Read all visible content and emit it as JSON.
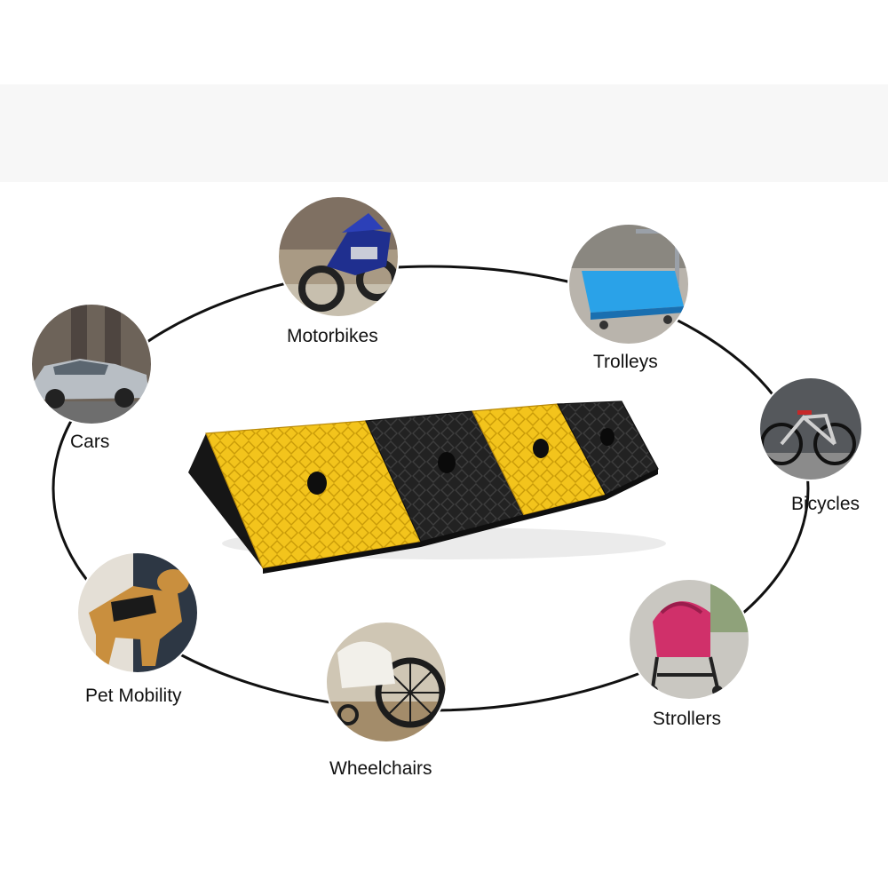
{
  "product": {
    "name": "curb-ramp",
    "colors": {
      "yellow": "#f5c518",
      "black": "#1c1c1c",
      "ring": "#111111"
    }
  },
  "uses": [
    {
      "key": "motorbikes",
      "label": "Motorbikes",
      "icon": "motorbike-photo"
    },
    {
      "key": "trolleys",
      "label": "Trolleys",
      "icon": "trolley-photo"
    },
    {
      "key": "cars",
      "label": "Cars",
      "icon": "car-photo"
    },
    {
      "key": "bicycles",
      "label": "Bicycles",
      "icon": "bicycle-photo"
    },
    {
      "key": "pet_mobility",
      "label": "Pet Mobility",
      "icon": "dog-harness-photo"
    },
    {
      "key": "strollers",
      "label": "Strollers",
      "icon": "stroller-photo"
    },
    {
      "key": "wheelchairs",
      "label": "Wheelchairs",
      "icon": "wheelchair-photo"
    }
  ]
}
